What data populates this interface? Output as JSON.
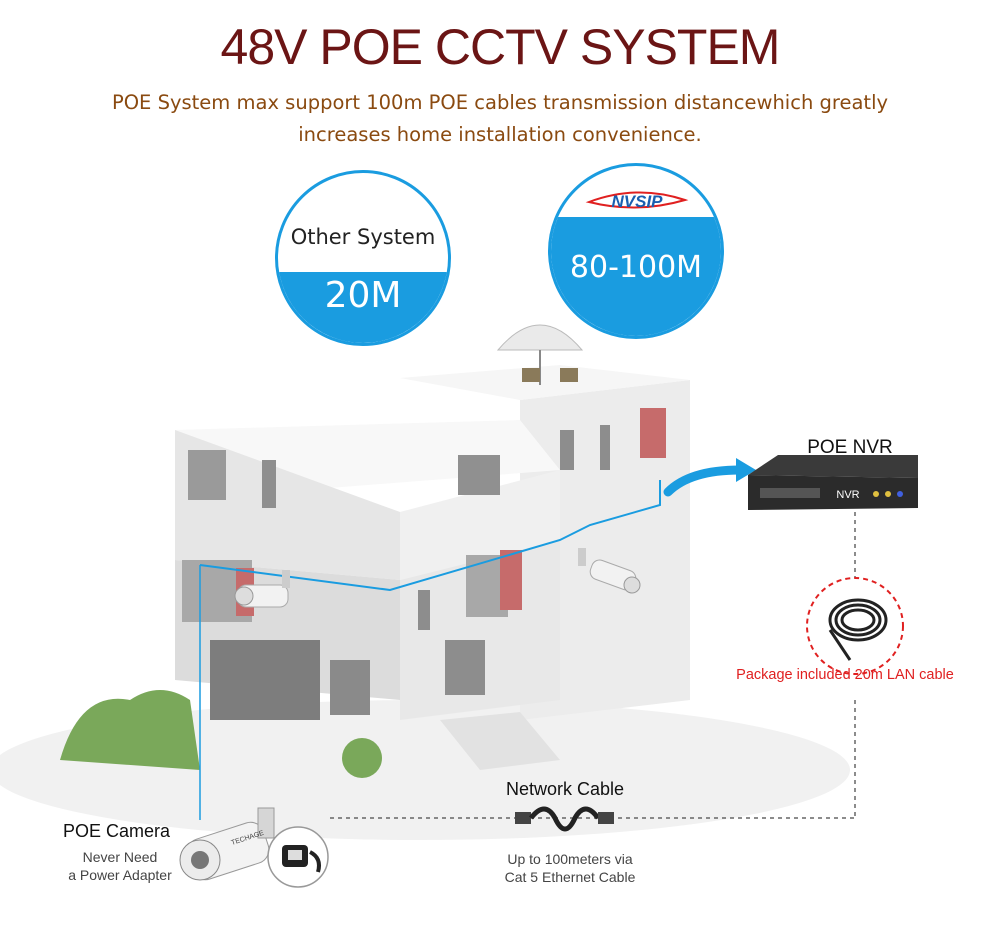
{
  "header": {
    "title": "48V POE CCTV SYSTEM",
    "subtitle_line1": "POE System max support 100m POE cables transmission distancewhich greatly",
    "subtitle_line2": "increases home installation convenience."
  },
  "comparison": {
    "other": {
      "label": "Other System",
      "value": "20M"
    },
    "nvsip": {
      "brand": "NVSIP",
      "value": "80-100M"
    }
  },
  "nvr": {
    "heading": "POE NVR",
    "device_label": "NVR"
  },
  "package": {
    "caption": "Package included 20m LAN cable"
  },
  "network": {
    "heading": "Network Cable",
    "caption_line1": "Up to 100meters via",
    "caption_line2": "Cat 5 Ethernet Cable"
  },
  "camera": {
    "heading": "POE Camera",
    "caption_line1": "Never Need",
    "caption_line2": "a Power Adapter",
    "brand": "TECHAGE"
  },
  "colors": {
    "title": "#6b1515",
    "subtitle": "#8a4a10",
    "blue": "#1a9ce0",
    "red_caption": "#e02020",
    "nvr_body": "#2b2b2b",
    "dashed_line": "#666666"
  }
}
